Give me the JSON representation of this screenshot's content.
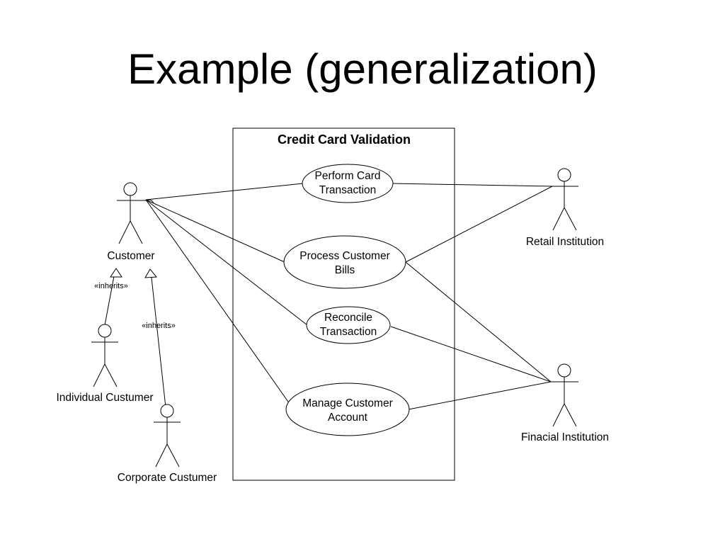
{
  "slide": {
    "title": "Example (generalization)"
  },
  "system": {
    "name": "Credit Card Validation"
  },
  "use_cases": [
    {
      "id": "perform",
      "line1": "Perform Card",
      "line2": "Transaction"
    },
    {
      "id": "process",
      "line1": "Process Customer",
      "line2": "Bills"
    },
    {
      "id": "reconcile",
      "line1": "Reconcile",
      "line2": "Transaction"
    },
    {
      "id": "manage",
      "line1": "Manage Customer",
      "line2": "Account"
    }
  ],
  "actors": [
    {
      "id": "customer",
      "label": "Customer"
    },
    {
      "id": "individual",
      "label": "Individual Custumer"
    },
    {
      "id": "corporate",
      "label": "Corporate Custumer"
    },
    {
      "id": "retail",
      "label": "Retail Institution"
    },
    {
      "id": "financial",
      "label": "Finacial Institution"
    }
  ],
  "generalizations": [
    {
      "from": "individual",
      "to": "customer",
      "stereotype": "«inherits»"
    },
    {
      "from": "corporate",
      "to": "customer",
      "stereotype": "«inherits»"
    }
  ],
  "associations": [
    {
      "actor": "customer",
      "use_case": "perform"
    },
    {
      "actor": "customer",
      "use_case": "process"
    },
    {
      "actor": "customer",
      "use_case": "reconcile"
    },
    {
      "actor": "customer",
      "use_case": "manage"
    },
    {
      "actor": "retail",
      "use_case": "perform"
    },
    {
      "actor": "retail",
      "use_case": "process"
    },
    {
      "actor": "financial",
      "use_case": "process"
    },
    {
      "actor": "financial",
      "use_case": "reconcile"
    },
    {
      "actor": "financial",
      "use_case": "manage"
    }
  ],
  "colors": {
    "background": "#ffffff",
    "ink": "#000000"
  }
}
